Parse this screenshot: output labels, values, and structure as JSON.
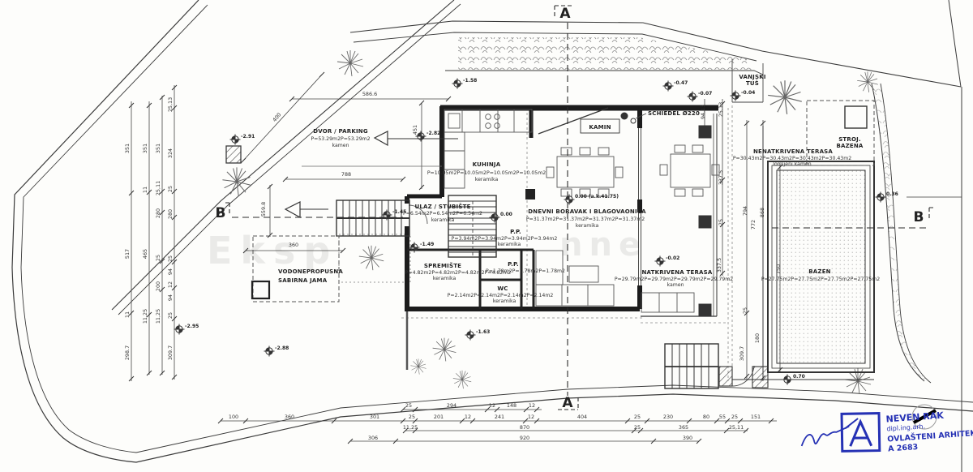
{
  "plan": {
    "section_a": "A",
    "section_b": "B",
    "schiedel": "SCHIEDEL Ø220",
    "kamin": "KAMIN",
    "watermark_left": "Eksp",
    "watermark_right": "nne",
    "rooms": {
      "dvor": {
        "name": "DVOR / PARKING",
        "area": "P=53.29m2P=53.29m2",
        "finish": "kamen"
      },
      "kuhinja": {
        "name": "KUHINJA",
        "area": "P=10.05m2P=10.05m2P=10.05m2P=10.05m2",
        "finish": "keramika"
      },
      "dnevni": {
        "name": "DNEVNI BORAVAK I BLAGOVAONICA",
        "area": "P=31.37m2P=31.37m2P=31.37m2P=31.37m2",
        "finish": "keramika"
      },
      "ulaz": {
        "name": "ULAZ / STUBIŠTE",
        "area": "P=6.54m2P=6.54m2P=6.54m2",
        "finish": "keramika"
      },
      "pp1": {
        "name": "P.P.",
        "area": "P=3.94m2P=3.94m2P=3.94m2P=3.94m2",
        "finish": "keramika"
      },
      "spremiste": {
        "name": "SPREMIŠTE",
        "area": "P=4.82m2P=4.82m2P=4.82m2P=4.82m2",
        "finish": "keramika"
      },
      "pp2": {
        "name": "P.P.",
        "area": "P=1.78m2P=1.78m2P=1.78m2"
      },
      "wc": {
        "name": "WC",
        "area": "P=2.14m2P=2.14m2P=2.14m2P=2.14m2",
        "finish": "keramika"
      },
      "natkrivena": {
        "name": "NATKRIVENA TERASA",
        "area": "P=29.79m2P=29.79m2P=29.79m2P=29.79m2",
        "finish": "kamen"
      },
      "nenatkrivena": {
        "name": "NENATKRIVENA TERASA",
        "area": "P=30.43m2P=30.43m2P=30.43m2P=30.43m2",
        "finish": "lomljeni kamen"
      },
      "bazen": {
        "name": "BAZEN",
        "area": "P=27.75m2P=27.75m2P=27.75m2P=27.75m2"
      },
      "stroj": {
        "line1": "STROJ.",
        "line2": "BAZENA"
      },
      "tus": {
        "line1": "VANJSKI",
        "line2": "TUŠ"
      },
      "jama": {
        "line1": "VODONEPROPUSNA",
        "line2": "SABIRNA JAMA"
      }
    },
    "spots": [
      "-2.91",
      "-2.82",
      "-1.58",
      "-0.47",
      "-0.07",
      "-0.04",
      "-1.45",
      "0.00",
      "-1.49",
      "0.00 (a.k.41.75)",
      "-1.63",
      "-2.88",
      "-2.95",
      "-0.02",
      "0.36",
      "0.70"
    ],
    "dims": {
      "top": [
        "586.6",
        "400",
        "451",
        "788",
        "559.8",
        "360"
      ],
      "left1": [
        "351",
        "517",
        "11",
        "298.7"
      ],
      "left2": [
        "351",
        "11",
        "465",
        "11,25"
      ],
      "left3": [
        "351",
        "25,11",
        "280",
        "25",
        "200",
        "11,25"
      ],
      "left4": [
        "25,13",
        "324",
        "25",
        "280",
        "25",
        "94",
        "12",
        "94",
        "25",
        "309.7"
      ],
      "right": [
        "94,13",
        "25,13",
        "337.5",
        "25",
        "337.5",
        "794",
        "772",
        "868",
        "750",
        "25",
        "180",
        "309.7"
      ],
      "bottom1": [
        "25",
        "294",
        "12",
        "148",
        "12"
      ],
      "bottom2": [
        "100",
        "360",
        "301",
        "25",
        "201",
        "12",
        "241",
        "12",
        "404",
        "25",
        "230",
        "80",
        "55",
        "25",
        "151"
      ],
      "bottom3": [
        "11,25",
        "870",
        "25",
        "365",
        "25,11"
      ],
      "bottom4": [
        "306",
        "920",
        "390"
      ]
    }
  },
  "stamp": {
    "name": "NEVEN RAK",
    "title": "dipl.ing.arh.",
    "license": "OVLAŠTENI ARHITEKT",
    "number": "A 2683"
  }
}
